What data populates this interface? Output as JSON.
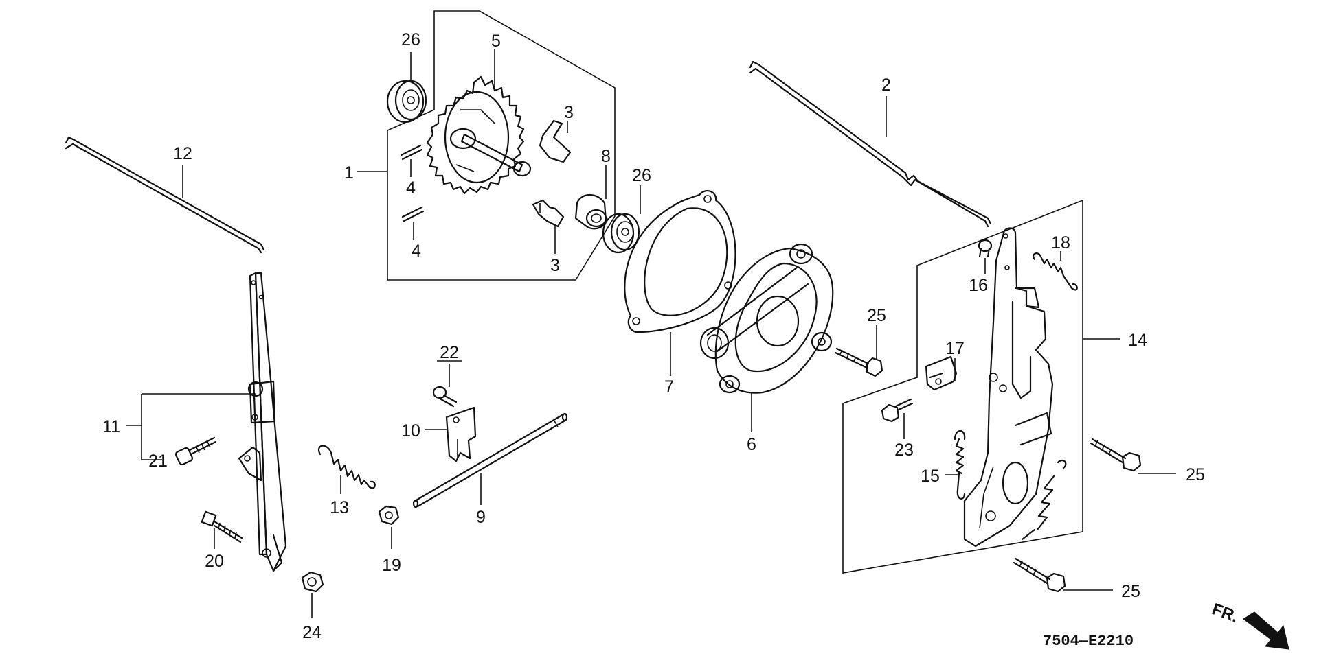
{
  "diagram": {
    "drawing_code": "7504—E2210",
    "direction_label": "FR.",
    "labels": [
      {
        "id": "l1",
        "text": "1"
      },
      {
        "id": "l2",
        "text": "2"
      },
      {
        "id": "l3a",
        "text": "3"
      },
      {
        "id": "l3b",
        "text": "3"
      },
      {
        "id": "l4a",
        "text": "4"
      },
      {
        "id": "l4b",
        "text": "4"
      },
      {
        "id": "l5",
        "text": "5"
      },
      {
        "id": "l6",
        "text": "6"
      },
      {
        "id": "l7",
        "text": "7"
      },
      {
        "id": "l8",
        "text": "8"
      },
      {
        "id": "l9",
        "text": "9"
      },
      {
        "id": "l10",
        "text": "10"
      },
      {
        "id": "l11",
        "text": "11"
      },
      {
        "id": "l12",
        "text": "12"
      },
      {
        "id": "l13",
        "text": "13"
      },
      {
        "id": "l14",
        "text": "14"
      },
      {
        "id": "l15",
        "text": "15"
      },
      {
        "id": "l16",
        "text": "16"
      },
      {
        "id": "l17",
        "text": "17"
      },
      {
        "id": "l18",
        "text": "18"
      },
      {
        "id": "l19",
        "text": "19"
      },
      {
        "id": "l20",
        "text": "20"
      },
      {
        "id": "l21",
        "text": "21"
      },
      {
        "id": "l22",
        "text": "22"
      },
      {
        "id": "l23",
        "text": "23"
      },
      {
        "id": "l24",
        "text": "24"
      },
      {
        "id": "l25a",
        "text": "25"
      },
      {
        "id": "l25b",
        "text": "25"
      },
      {
        "id": "l25c",
        "text": "25"
      },
      {
        "id": "l26a",
        "text": "26"
      },
      {
        "id": "l26b",
        "text": "26"
      }
    ]
  }
}
